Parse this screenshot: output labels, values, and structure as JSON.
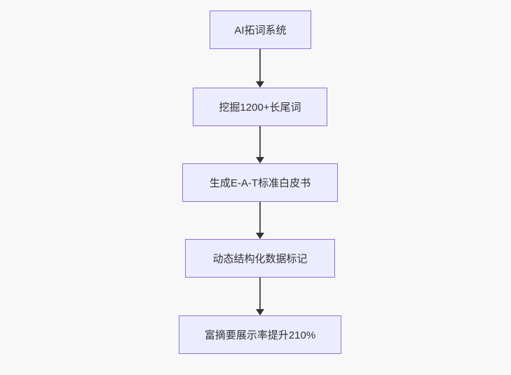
{
  "diagram": {
    "type": "flowchart-top-down",
    "nodes": [
      {
        "label": "AI拓词系统"
      },
      {
        "label": "挖掘1200+长尾词"
      },
      {
        "label": "生成E-A-T标准白皮书"
      },
      {
        "label": "动态结构化数据标记"
      },
      {
        "label": "富摘要展示率提升210%"
      }
    ],
    "edges": [
      {
        "from_index": 0,
        "to_index": 1,
        "style": "arrow-down"
      },
      {
        "from_index": 1,
        "to_index": 2,
        "style": "arrow-down"
      },
      {
        "from_index": 2,
        "to_index": 3,
        "style": "arrow-down"
      },
      {
        "from_index": 3,
        "to_index": 4,
        "style": "arrow-down"
      }
    ],
    "colors": {
      "node_fill": "#ECECFF",
      "node_border": "#9370DB",
      "edge_line": "#555555",
      "arrowhead": "#333333",
      "text": "#333333",
      "background": "#f8f8f8"
    }
  }
}
